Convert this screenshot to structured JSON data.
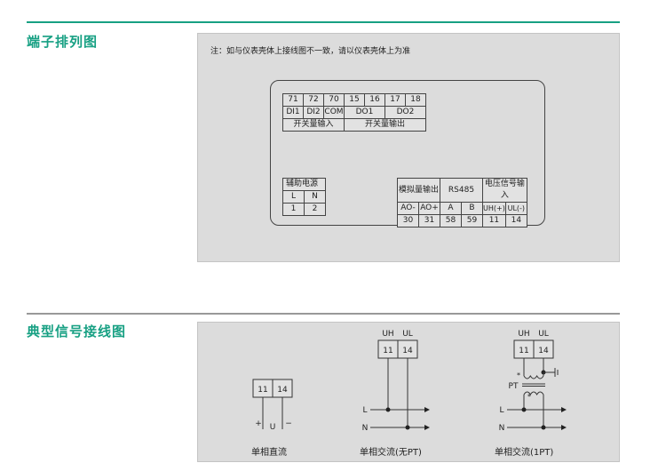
{
  "sections": {
    "terminal_title": "端子排列图",
    "signal_title": "典型信号接线图"
  },
  "terminal": {
    "note": "注：如与仪表壳体上接线图不一致，请以仪表壳体上为准",
    "top_table": {
      "numbers": [
        "71",
        "72",
        "70",
        "15",
        "16",
        "17",
        "18"
      ],
      "labels": [
        "DI1",
        "DI2",
        "COM",
        "DO1",
        "DO2"
      ],
      "groups": [
        "开关量输入",
        "开关量输出"
      ]
    },
    "power_table": {
      "title": "辅助电源",
      "labels": [
        "L",
        "N"
      ],
      "numbers": [
        "1",
        "2"
      ]
    },
    "io_table": {
      "groups": [
        "模拟量输出",
        "RS485",
        "电压信号输入"
      ],
      "labels": [
        "AO-",
        "AO+",
        "A",
        "B",
        "UH(+)",
        "UL(-)"
      ],
      "numbers": [
        "30",
        "31",
        "58",
        "59",
        "11",
        "14"
      ]
    }
  },
  "diagrams": {
    "dc": {
      "terminals": [
        "11",
        "14"
      ],
      "plus": "+",
      "minus": "−",
      "u": "U",
      "caption": "单相直流"
    },
    "ac_no_pt": {
      "top_labels": [
        "UH",
        "UL"
      ],
      "terminals": [
        "11",
        "14"
      ],
      "line_l": "L",
      "line_n": "N",
      "caption": "单相交流(无PT)"
    },
    "ac_pt": {
      "top_labels": [
        "UH",
        "UL"
      ],
      "terminals": [
        "11",
        "14"
      ],
      "pt": "PT",
      "line_l": "L",
      "line_n": "N",
      "caption": "单相交流(1PT)"
    }
  }
}
